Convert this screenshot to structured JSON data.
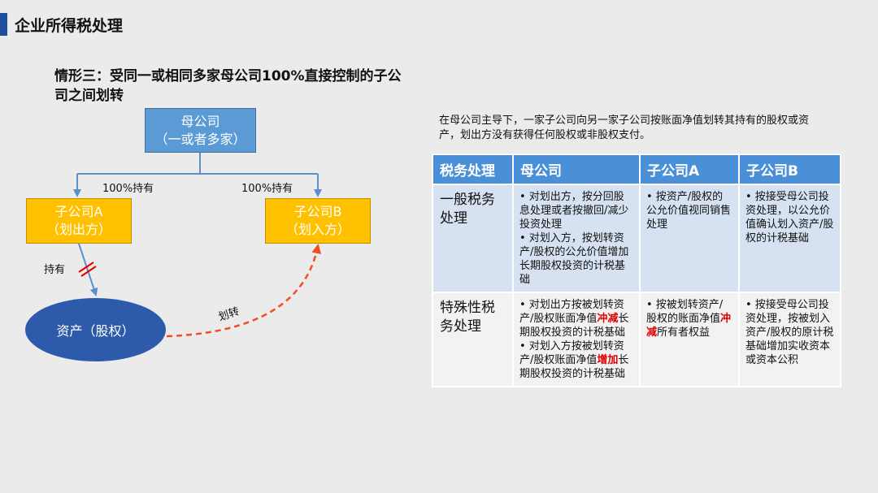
{
  "header": {
    "title": "企业所得税处理"
  },
  "scenario": {
    "title": "情形三：受同一或相同多家母公司100%直接控制的子公司之间划转"
  },
  "diagram": {
    "parent": {
      "line1": "母公司",
      "line2": "（一或者多家）"
    },
    "sub_a": {
      "line1": "子公司A",
      "line2": "（划出方）"
    },
    "sub_b": {
      "line1": "子公司B",
      "line2": "（划入方）"
    },
    "asset": "资产（股权）",
    "hold_left": "100%持有",
    "hold_right": "100%持有",
    "hold": "持有",
    "transfer": "划转",
    "colors": {
      "parent": "#5b9bd5",
      "sub": "#ffc000",
      "asset": "#2e5aac",
      "dashed": "#f04e23",
      "cut": "#e00000"
    }
  },
  "description": "在母公司主导下，一家子公司向另一家子公司按账面净值划转其持有的股权或资产，划出方没有获得任何股权或非股权支付。",
  "table": {
    "headers": [
      "税务处理",
      "母公司",
      "子公司A",
      "子公司B"
    ],
    "rows": [
      {
        "label": "一般税务处理",
        "parent": [
          "• 对划出方，按分回股息处理或者按撤回/减少投资处理",
          "• 对划入方，按划转资产/股权的公允价值增加长期股权投资的计税基础"
        ],
        "sub_a": [
          "• 按资产/股权的公允价值视同销售处理"
        ],
        "sub_b": [
          "• 按接受母公司投资处理，以公允价值确认划入资产/股权的计税基础"
        ]
      },
      {
        "label": "特殊性税务处理",
        "parent_1_pre": "• 对划出方按被划转资产/股权账面净值",
        "parent_1_em": "冲减",
        "parent_1_post": "长期股权投资的计税基础",
        "parent_2_pre": "• 对划入方按被划转资产/股权账面净值",
        "parent_2_em": "增加",
        "parent_2_post": "长期股权投资的计税基础",
        "sub_a_pre": "• 按被划转资产/股权的账面净值",
        "sub_a_em": "冲减",
        "sub_a_post": "所有者权益",
        "sub_b": [
          "• 按接受母公司投资处理，按被划入资产/股权的原计税基础增加实收资本或资本公积"
        ]
      }
    ]
  }
}
